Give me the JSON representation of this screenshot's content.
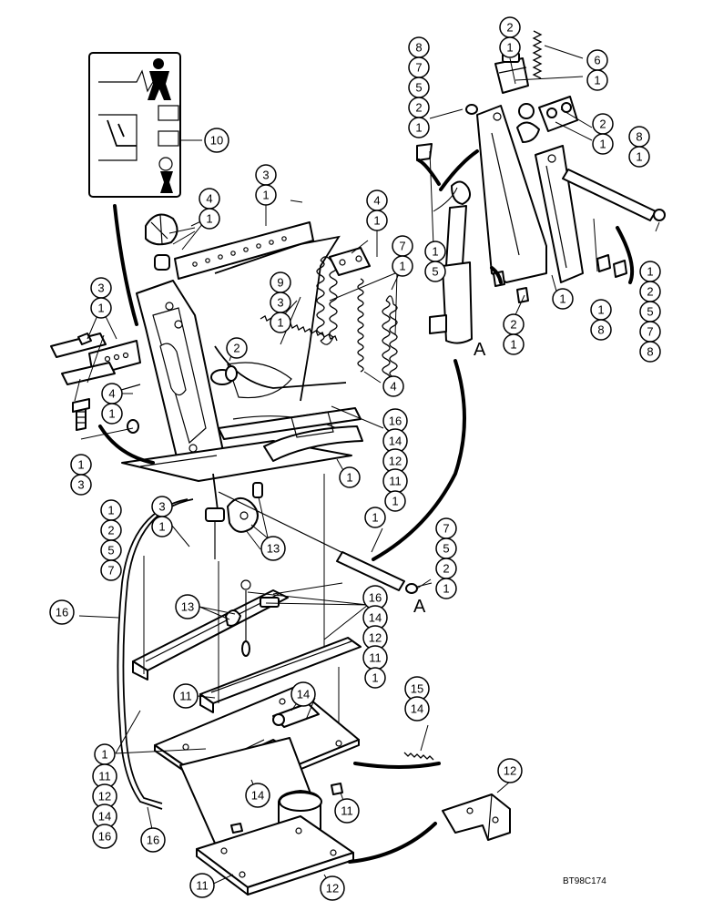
{
  "drawing_code": "BT98C174",
  "view_label": "A",
  "callouts": [
    {
      "text": "1"
    },
    {
      "text": "2"
    },
    {
      "text": "3"
    },
    {
      "text": "4"
    },
    {
      "text": "5"
    },
    {
      "text": "6"
    },
    {
      "text": "7"
    },
    {
      "text": "8"
    },
    {
      "text": "9"
    },
    {
      "text": "10"
    },
    {
      "text": "11"
    },
    {
      "text": "12"
    },
    {
      "text": "13"
    },
    {
      "text": "14"
    },
    {
      "text": "15"
    },
    {
      "text": "16"
    }
  ]
}
